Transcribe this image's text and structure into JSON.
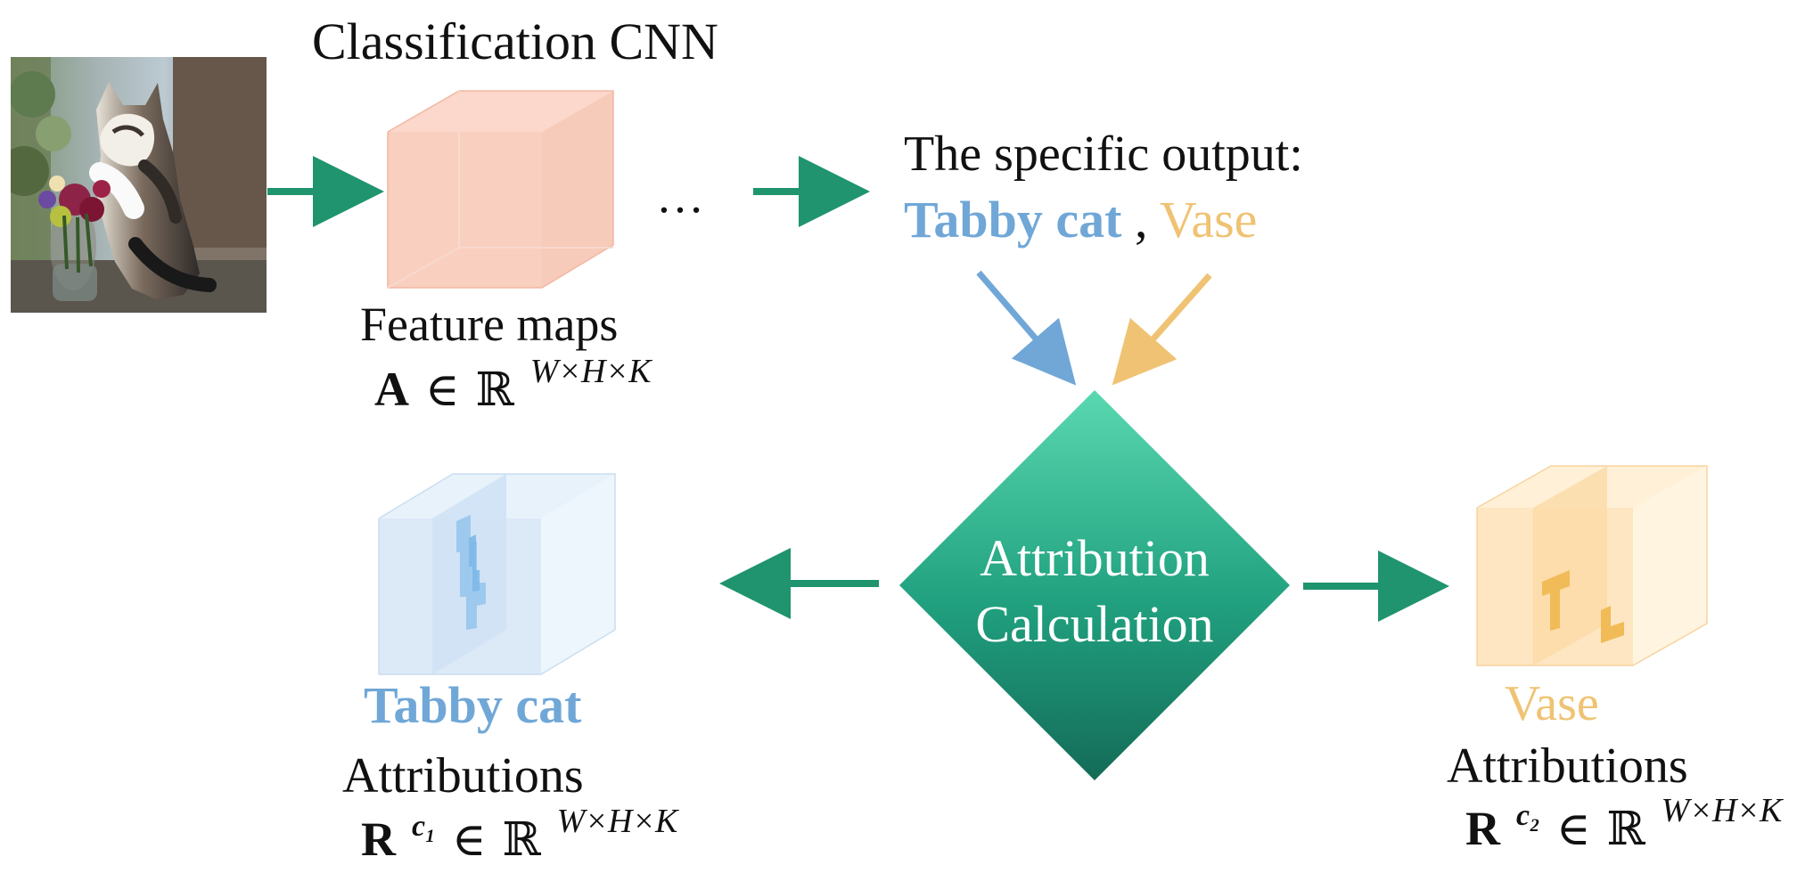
{
  "diagram": {
    "title": "Classification CNN",
    "feature_maps": {
      "label": "Feature maps",
      "formula": {
        "symbol": "A",
        "member": "∈",
        "space": "ℝ",
        "dims": "W×H×K"
      }
    },
    "ellipsis": "…",
    "specific_output": {
      "label": "The specific output:",
      "class_1": "Tabby cat",
      "separator": ",",
      "class_2": "Vase"
    },
    "attribution_calc": {
      "line_1": "Attribution",
      "line_2": "Calculation"
    },
    "left_result": {
      "class_label": "Tabby cat",
      "attributions": "Attributions",
      "formula": {
        "symbol": "R",
        "superscript": "c₁",
        "member": "∈",
        "space": "ℝ",
        "dims": "W×H×K"
      }
    },
    "right_result": {
      "class_label": "Vase",
      "attributions": "Attributions",
      "formula": {
        "symbol": "R",
        "superscript": "c₂",
        "member": "∈",
        "space": "ℝ",
        "dims": "W×H×K"
      }
    }
  },
  "colors": {
    "green_arrow": "#1f946e",
    "blue": "#70a7d7",
    "orange": "#efc373",
    "diamond_top": "#59d8b0",
    "diamond_bottom": "#146b57",
    "feature_cube": "#f7c9b8",
    "blue_cube": "#d7e9f8",
    "orange_cube": "#fde3b8"
  },
  "icons": {
    "photo": "cat-photo-icon",
    "arrow": "arrow-icon"
  }
}
